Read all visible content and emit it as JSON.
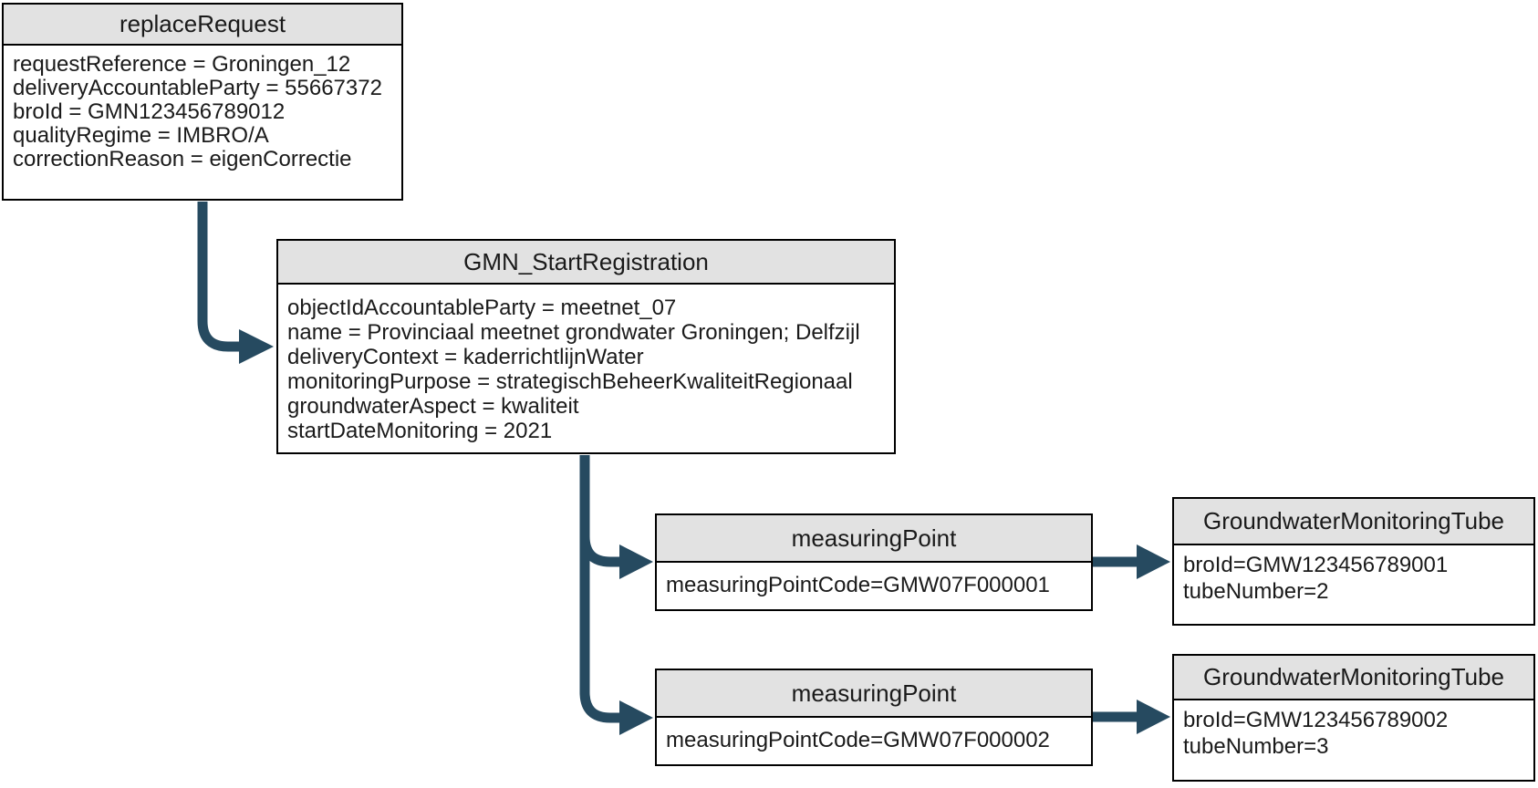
{
  "colors": {
    "arrow": "#264a60",
    "box_border": "#000000",
    "title_bg": "#e2e2e2",
    "body_bg": "#ffffff",
    "text": "#1a1a1a"
  },
  "boxes": {
    "replace_request": {
      "title": "replaceRequest",
      "lines": [
        "requestReference = Groningen_12",
        "deliveryAccountableParty = 55667372",
        "broId = GMN123456789012",
        "qualityRegime = IMBRO/A",
        "correctionReason = eigenCorrectie"
      ]
    },
    "gmn_start_registration": {
      "title": "GMN_StartRegistration",
      "lines": [
        "objectIdAccountableParty = meetnet_07",
        "name = Provinciaal meetnet grondwater Groningen; Delfzijl",
        "deliveryContext = kaderrichtlijnWater",
        "monitoringPurpose = strategischBeheerKwaliteitRegionaal",
        "groundwaterAspect = kwaliteit",
        "startDateMonitoring = 2021"
      ]
    },
    "measuring_point_1": {
      "title": "measuringPoint",
      "lines": [
        "measuringPointCode=GMW07F000001"
      ]
    },
    "measuring_point_2": {
      "title": "measuringPoint",
      "lines": [
        "measuringPointCode=GMW07F000002"
      ]
    },
    "tube_1": {
      "title": "GroundwaterMonitoringTube",
      "lines": [
        "broId=GMW123456789001",
        "tubeNumber=2"
      ]
    },
    "tube_2": {
      "title": "GroundwaterMonitoringTube",
      "lines": [
        "broId=GMW123456789002",
        "tubeNumber=3"
      ]
    }
  }
}
